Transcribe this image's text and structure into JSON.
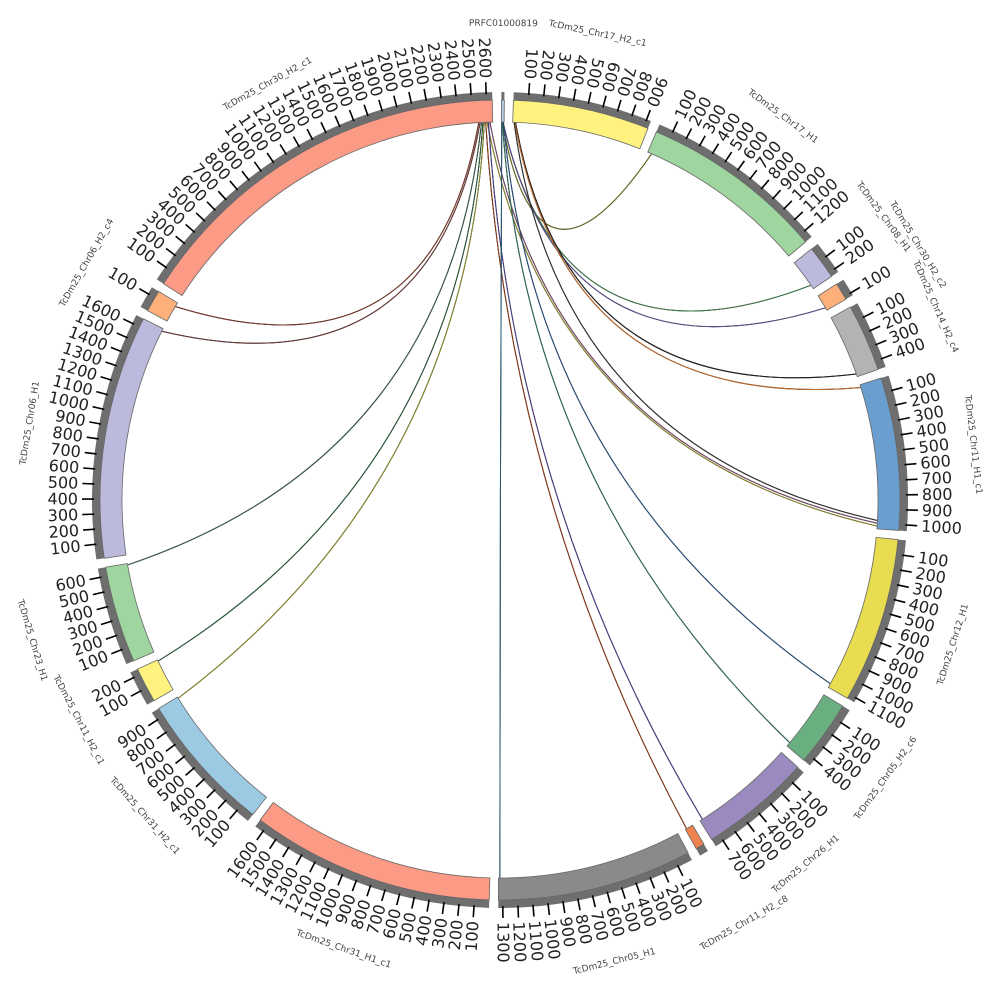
{
  "chart_data": {
    "type": "circos",
    "tick_interval": 100,
    "segments": [
      {
        "name": "PRFC01000819",
        "length": 20,
        "color": "#b4c8e0"
      },
      {
        "name": "TcDm25_Chr17_H2_c1",
        "length": 930,
        "color": "#fff27f"
      },
      {
        "name": "TcDm25_Chr17_H1",
        "length": 1260,
        "color": "#9fd6a0"
      },
      {
        "name": "TcDm25_Chr08_H1",
        "length": 230,
        "color": "#bcbadc"
      },
      {
        "name": "TcDm25_Chr30_H2_c2",
        "length": 120,
        "color": "#fdb07a"
      },
      {
        "name": "TcDm25_Chr14_H2_c4",
        "length": 460,
        "color": "#b3b3b3"
      },
      {
        "name": "TcDm25_Chr11_H1_c1",
        "length": 1040,
        "color": "#6a9ecf"
      },
      {
        "name": "TcDm25_Chr12_H1",
        "length": 1130,
        "color": "#e8dc50"
      },
      {
        "name": "TcDm25_Chr05_H2_c6",
        "length": 450,
        "color": "#6aaf80"
      },
      {
        "name": "TcDm25_Chr26_H1",
        "length": 760,
        "color": "#9b8abf"
      },
      {
        "name": "TcDm25_Chr11_H2_c8",
        "length": 60,
        "color": "#f0824f"
      },
      {
        "name": "TcDm25_Chr05_H1",
        "length": 1330,
        "color": "#8a8a8a"
      },
      {
        "name": "TcDm25_Chr31_H1_c1",
        "length": 1660,
        "color": "#fb9a85"
      },
      {
        "name": "TcDm25_Chr31_H2_c1",
        "length": 960,
        "color": "#9ccae3"
      },
      {
        "name": "TcDm25_Chr11_H2_c1",
        "length": 240,
        "color": "#fff27f"
      },
      {
        "name": "TcDm25_Chr23_H1",
        "length": 660,
        "color": "#9fd6a0"
      },
      {
        "name": "TcDm25_Chr06_H1",
        "length": 1660,
        "color": "#bcbadc"
      },
      {
        "name": "TcDm25_Chr06_H2_c4",
        "length": 150,
        "color": "#fdb07a"
      },
      {
        "name": "TcDm25_Chr30_H2_c1",
        "length": 2640,
        "color": "#fb9a85"
      }
    ],
    "links": [
      {
        "from": [
          "PRFC01000819",
          5
        ],
        "to": [
          "TcDm25_Chr17_H1",
          30
        ],
        "color": "#6b6b1f"
      },
      {
        "from": [
          "PRFC01000819",
          10
        ],
        "to": [
          "TcDm25_Chr08_H1",
          200
        ],
        "color": "#3f7a4a"
      },
      {
        "from": [
          "PRFC01000819",
          12
        ],
        "to": [
          "TcDm25_Chr30_H2_c2",
          100
        ],
        "color": "#5b4f8a"
      },
      {
        "from": [
          "TcDm25_Chr17_H2_c1",
          20
        ],
        "to": [
          "TcDm25_Chr14_H2_c4",
          440
        ],
        "color": "#222222"
      },
      {
        "from": [
          "TcDm25_Chr17_H2_c1",
          15
        ],
        "to": [
          "TcDm25_Chr11_H1_c1",
          20
        ],
        "color": "#c06a2a"
      },
      {
        "from": [
          "TcDm25_Chr17_H2_c1",
          10
        ],
        "to": [
          "TcDm25_Chr11_H1_c1",
          980
        ],
        "color": "#333333"
      },
      {
        "from": [
          "TcDm25_Chr30_H2_c1",
          2620
        ],
        "to": [
          "TcDm25_Chr11_H1_c1",
          1000
        ],
        "color": "#7a4a6a"
      },
      {
        "from": [
          "TcDm25_Chr30_H2_c1",
          2600
        ],
        "to": [
          "TcDm25_Chr11_H1_c1",
          1020
        ],
        "color": "#8a8a2a"
      },
      {
        "from": [
          "PRFC01000819",
          15
        ],
        "to": [
          "TcDm25_Chr12_H1",
          1100
        ],
        "color": "#2a4f7a"
      },
      {
        "from": [
          "PRFC01000819",
          8
        ],
        "to": [
          "TcDm25_Chr05_H2_c6",
          420
        ],
        "color": "#2f6b5a"
      },
      {
        "from": [
          "TcDm25_Chr30_H2_c1",
          2610
        ],
        "to": [
          "TcDm25_Chr26_H1",
          740
        ],
        "color": "#4a3f8a"
      },
      {
        "from": [
          "TcDm25_Chr30_H2_c1",
          2590
        ],
        "to": [
          "TcDm25_Chr11_H2_c8",
          50
        ],
        "color": "#8a3a1a"
      },
      {
        "from": [
          "PRFC01000819",
          3
        ],
        "to": [
          "TcDm25_Chr05_H1",
          1320
        ],
        "color": "#2a5a7a"
      },
      {
        "from": [
          "TcDm25_Chr30_H2_c1",
          2580
        ],
        "to": [
          "TcDm25_Chr31_H2_c1",
          950
        ],
        "color": "#8a8a2a"
      },
      {
        "from": [
          "TcDm25_Chr30_H2_c1",
          2570
        ],
        "to": [
          "TcDm25_Chr11_H2_c1",
          230
        ],
        "color": "#2a5a3a"
      },
      {
        "from": [
          "TcDm25_Chr30_H2_c1",
          2560
        ],
        "to": [
          "TcDm25_Chr23_H1",
          650
        ],
        "color": "#3a5a4a"
      },
      {
        "from": [
          "TcDm25_Chr30_H2_c1",
          2550
        ],
        "to": [
          "TcDm25_Chr06_H1",
          1640
        ],
        "color": "#6a3a3a"
      },
      {
        "from": [
          "TcDm25_Chr30_H2_c1",
          2540
        ],
        "to": [
          "TcDm25_Chr06_H2_c4",
          120
        ],
        "color": "#7a3a2a"
      }
    ]
  }
}
